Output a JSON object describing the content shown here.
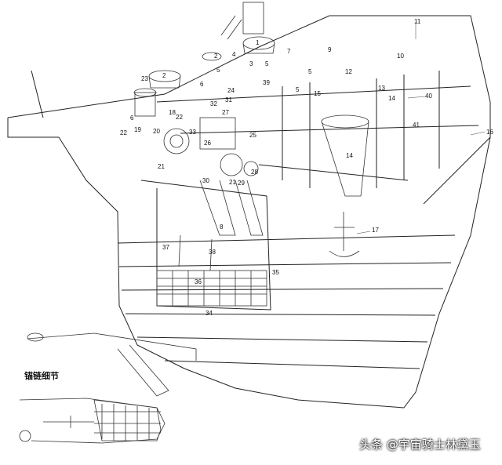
{
  "diagram": {
    "labels": [
      {
        "text": "1"
      },
      {
        "text": "2"
      },
      {
        "text": "2"
      },
      {
        "text": "3"
      },
      {
        "text": "4"
      },
      {
        "text": "5"
      },
      {
        "text": "5"
      },
      {
        "text": "5"
      },
      {
        "text": "5"
      },
      {
        "text": "6"
      },
      {
        "text": "6"
      },
      {
        "text": "7"
      },
      {
        "text": "8"
      },
      {
        "text": "9"
      },
      {
        "text": "10"
      },
      {
        "text": "11"
      },
      {
        "text": "12"
      },
      {
        "text": "13"
      },
      {
        "text": "14"
      },
      {
        "text": "14"
      },
      {
        "text": "15"
      },
      {
        "text": "16"
      },
      {
        "text": "17"
      },
      {
        "text": "18"
      },
      {
        "text": "19"
      },
      {
        "text": "20"
      },
      {
        "text": "21"
      },
      {
        "text": "21"
      },
      {
        "text": "22"
      },
      {
        "text": "22"
      },
      {
        "text": "23"
      },
      {
        "text": "24"
      },
      {
        "text": "25"
      },
      {
        "text": "26"
      },
      {
        "text": "27"
      },
      {
        "text": "28"
      },
      {
        "text": "29"
      },
      {
        "text": "30"
      },
      {
        "text": "31"
      },
      {
        "text": "32"
      },
      {
        "text": "33"
      },
      {
        "text": "34"
      },
      {
        "text": "35"
      },
      {
        "text": "36"
      },
      {
        "text": "37"
      },
      {
        "text": "38"
      },
      {
        "text": "39"
      },
      {
        "text": "40"
      },
      {
        "text": "41"
      }
    ],
    "detail_title": "锚链细节",
    "watermark": "头条 @宇宙骑士林黛玉"
  }
}
